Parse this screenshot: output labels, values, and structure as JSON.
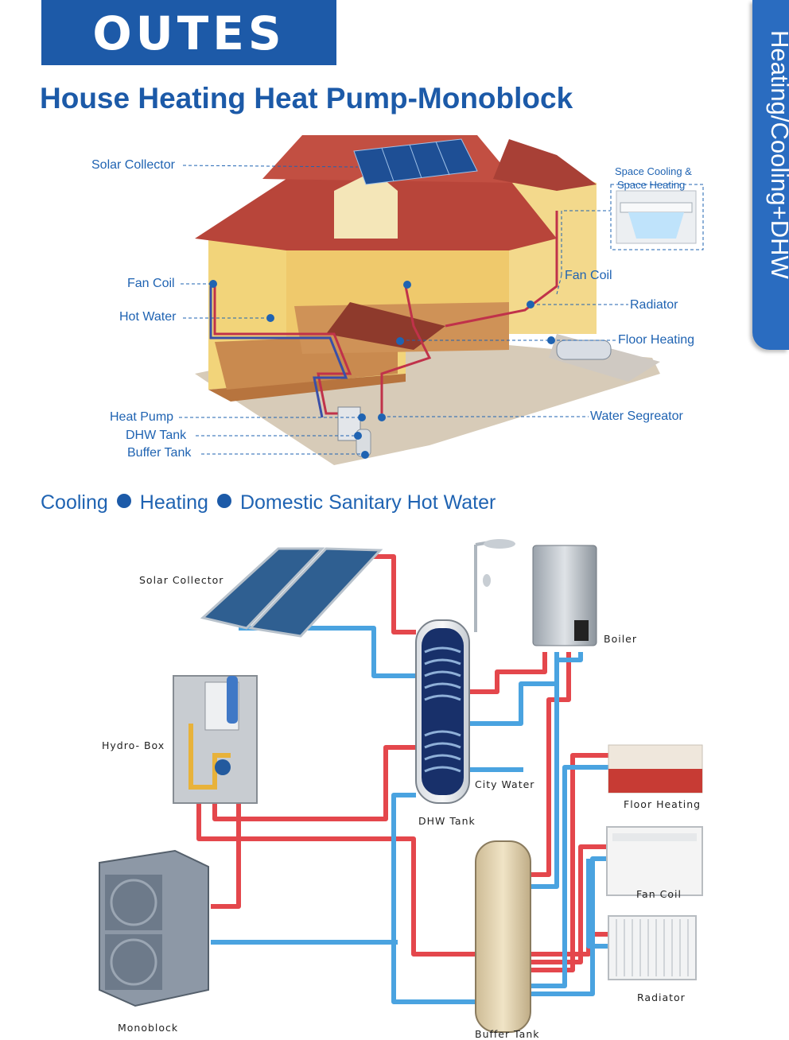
{
  "brand": {
    "logo_text": "OUTES"
  },
  "header": {
    "title": "House Heating Heat Pump-Monoblock"
  },
  "side_tab": {
    "text": "Heating/Cooling+DHW"
  },
  "house_labels": {
    "solar_collector": "Solar Collector",
    "space_cooling_line1": "Space Cooling &",
    "space_cooling_line2": "Space Heating",
    "fan_coil_left": "Fan Coil",
    "fan_coil_right": "Fan Coil",
    "hot_water": "Hot Water",
    "radiator": "Radiator",
    "floor_heating": "Floor Heating",
    "heat_pump": "Heat Pump",
    "water_segreator": "Water Segreator",
    "dhw_tank": "DHW Tank",
    "buffer_tank": "Buffer Tank"
  },
  "features": {
    "items": [
      "Cooling",
      "Heating",
      "Domestic Sanitary Hot Water"
    ]
  },
  "diagram_labels": {
    "solar_collector": "Solar Collector",
    "boiler": "Boiler",
    "hydro_box": "Hydro- Box",
    "city_water": "City Water",
    "dhw_tank": "DHW Tank",
    "floor_heating": "Floor Heating",
    "fan_coil": "Fan Coil",
    "radiator": "Radiator",
    "monoblock": "Monoblock",
    "buffer_tank": "Buffer Tank"
  },
  "colors": {
    "brand_blue": "#1d5aa8",
    "hot_pipe": "#e4474c",
    "cold_pipe": "#4aa3e0",
    "label_blue": "#1f63b2"
  }
}
